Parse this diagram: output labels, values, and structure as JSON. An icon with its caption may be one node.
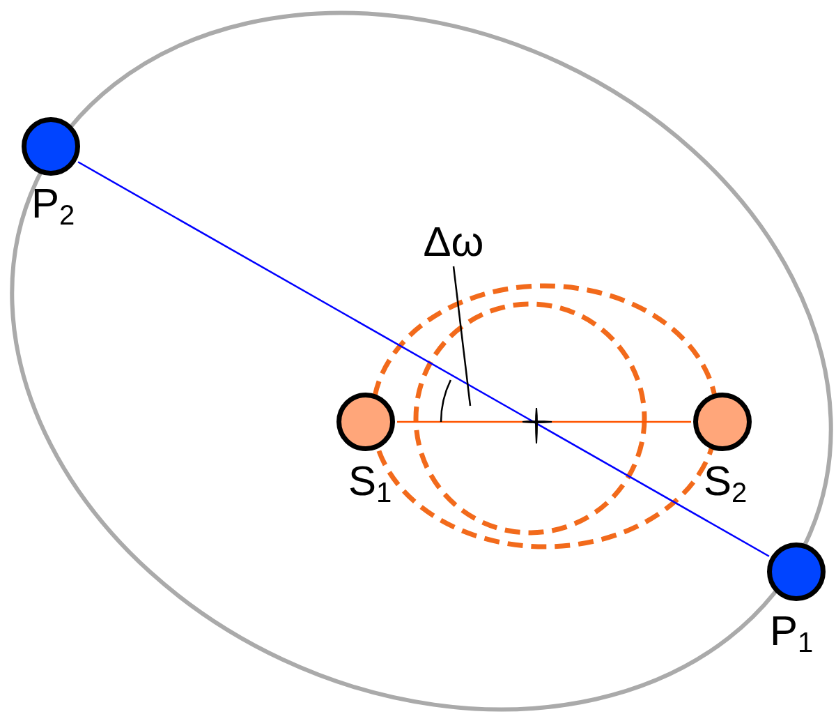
{
  "diagram": {
    "nodes": [
      {
        "text": [],
        "shape": "circle",
        "beside": [
          "P$_{2}$"
        ]
      },
      {
        "text": [
          "Δω"
        ]
      },
      {
        "text": [],
        "shape": "arc"
      },
      {
        "text": [],
        "shape": "circle",
        "beside": [
          "S$_{1}$"
        ]
      },
      {
        "text": [],
        "shape": "circle",
        "beside": [
          "S$_{2}$"
        ]
      },
      {
        "text": [],
        "shape": "circle",
        "beside": [
          "P$_{1}$"
        ]
      }
    ],
    "edges": [
      {
        "from": 0,
        "to": 5,
        "arrow": "none",
        "color": "#0000ff"
      },
      {
        "from": 3,
        "to": 4,
        "arrow": "none",
        "color": "#ff5500"
      },
      {
        "from": 1,
        "to": 2,
        "arrow": "none",
        "color": "#000000"
      }
    ]
  }
}
